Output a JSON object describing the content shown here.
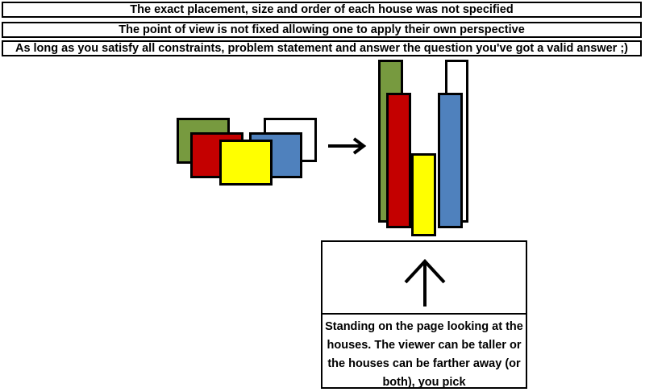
{
  "notes": [
    "The exact placement, size and order of each house was not specified",
    "The point of view is not fixed allowing one to apply their own perspective",
    "As long as you satisfy all constraints, problem statement and answer the question you've got a valid answer ;)"
  ],
  "colors": {
    "green": "#779a3f",
    "red": "#c40000",
    "yellow": "#ffff00",
    "blue": "#4f81bd",
    "white": "#ffffff",
    "outline": "#000000"
  },
  "top_view_houses": [
    "white",
    "green",
    "blue",
    "red",
    "yellow"
  ],
  "front_view_houses": [
    "white",
    "green",
    "blue",
    "red",
    "yellow"
  ],
  "arrow_icon": "right-arrow-icon",
  "viewer_icon": "up-arrow-icon",
  "viewer_caption": [
    "Standing on the page looking at the",
    "houses.  The viewer can be taller or",
    "the houses can be farther away (or",
    "both), you pick"
  ]
}
